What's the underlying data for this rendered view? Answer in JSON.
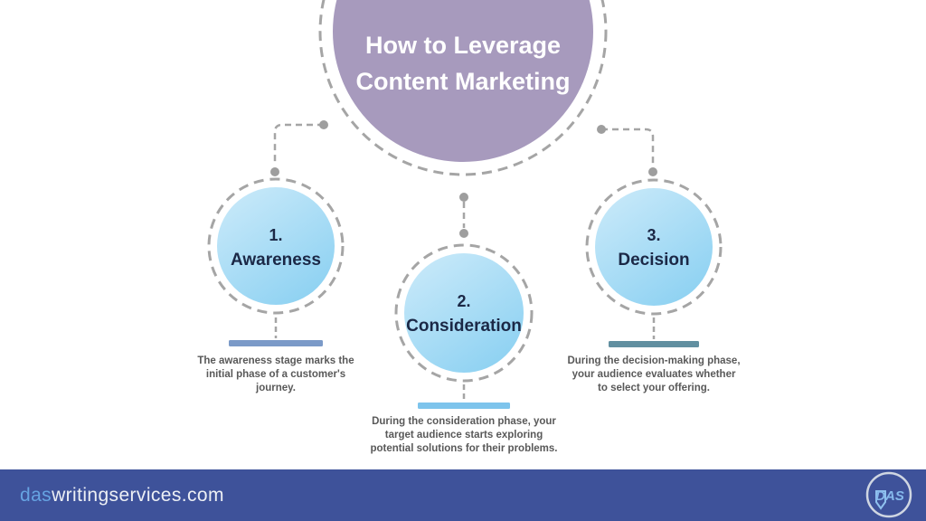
{
  "title": {
    "line1": "How to Leverage",
    "line2": "Content Marketing"
  },
  "stages": [
    {
      "number": "1.",
      "name": "Awareness",
      "description": "The awareness stage marks the initial phase of a customer's journey.",
      "bar_color": "#7b9ac8"
    },
    {
      "number": "2.",
      "name": "Consideration",
      "description": "During the consideration phase, your target audience starts exploring potential solutions for their problems.",
      "bar_color": "#7dc4ec"
    },
    {
      "number": "3.",
      "name": "Decision",
      "description": "During the decision-making phase, your audience evaluates whether to select your offering.",
      "bar_color": "#618fa0"
    }
  ],
  "footer": {
    "url_prefix": "das",
    "url_rest": "writingservices.com",
    "logo_text": "DAS"
  },
  "colors": {
    "title_circle": "#a79abd",
    "circle_gradient_light": "#cdebfa",
    "circle_gradient_dark": "#8fd2f2",
    "footer_bg": "#3e529a",
    "url_prefix_color": "#66a3e2",
    "url_rest_color": "#edf0f5",
    "stage_text": "#1b2846",
    "description_text": "#595959",
    "connector_gray": "#a5a5a5"
  }
}
